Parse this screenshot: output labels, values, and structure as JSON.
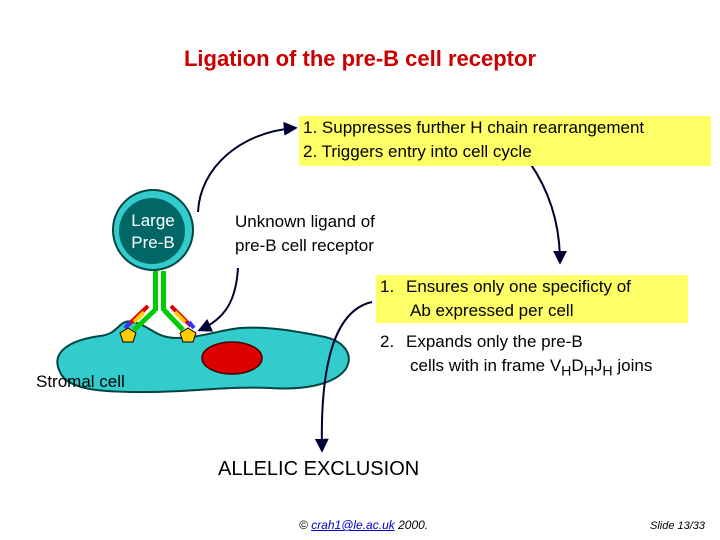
{
  "title": "Ligation of the pre-B cell receptor",
  "effects": [
    {
      "text": "1. Suppresses further H chain rearrangement"
    },
    {
      "text": "2. Triggers entry into cell cycle"
    }
  ],
  "cell_label_line1": "Large",
  "cell_label_line2": "Pre-B",
  "ligand_line1": "Unknown ligand of",
  "ligand_line2": "pre-B cell receptor",
  "ensures": {
    "num": "1.",
    "line1": "Ensures only one specificty of",
    "line2": "Ab expressed per cell"
  },
  "expands": {
    "num": "2.",
    "line1": "Expands only the pre-B",
    "line2_pre": "cells with in frame V",
    "sub1": "H",
    "mid1": "D",
    "sub2": "H",
    "mid2": "J",
    "sub3": "H",
    "line2_post": " joins"
  },
  "stromal_label": "Stromal cell",
  "allelic": "ALLELIC EXCLUSION",
  "footer": {
    "copyright": "©",
    "email": "crah1@le.ac.uk",
    "year": "2000."
  },
  "slide_number": "Slide 13/33",
  "colors": {
    "title": "#cc0000",
    "highlight": "#ffff66",
    "cell_outer": "#33cccc",
    "cell_inner": "#006666",
    "receptor": "#00cc00",
    "nucleus": "#dd0000",
    "arrow": "#000033"
  }
}
